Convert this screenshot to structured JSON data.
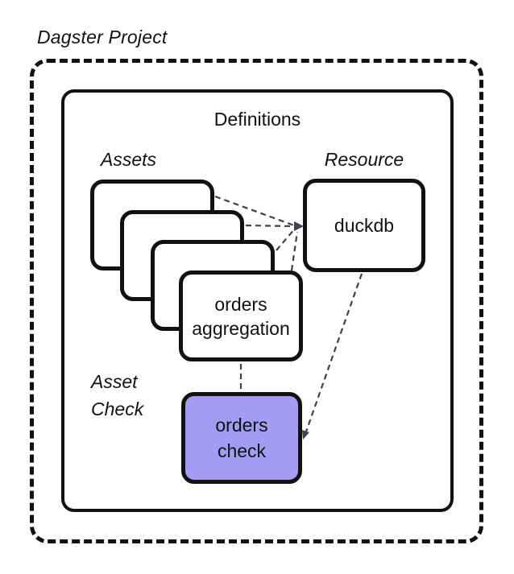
{
  "diagram": {
    "title": "Dagster Project",
    "definitions": {
      "label": "Definitions"
    },
    "assets_group": {
      "label": "Assets",
      "stack_count": 4,
      "front_card": {
        "line1": "orders",
        "line2": "aggregation"
      }
    },
    "resource_group": {
      "label": "Resource",
      "node": {
        "label": "duckdb"
      }
    },
    "asset_check_group": {
      "label_line1": "Asset",
      "label_line2": "Check",
      "node": {
        "line1": "orders",
        "line2": "check"
      }
    },
    "edges": [
      {
        "from": "asset-card-1",
        "to": "duckdb",
        "style": "dashed",
        "arrow": true
      },
      {
        "from": "asset-card-2",
        "to": "duckdb",
        "style": "dashed",
        "arrow": true
      },
      {
        "from": "asset-card-3",
        "to": "duckdb",
        "style": "dashed",
        "arrow": true
      },
      {
        "from": "orders-aggregation",
        "to": "duckdb",
        "style": "dashed",
        "arrow": true
      },
      {
        "from": "orders-aggregation",
        "to": "orders-check",
        "style": "dashed",
        "arrow": false
      },
      {
        "from": "duckdb",
        "to": "orders-check",
        "style": "dashed",
        "arrow": true
      }
    ],
    "colors": {
      "background": "#ffffff",
      "border": "#111111",
      "connector": "#3a4150",
      "node_fill": "#ffffff",
      "check_fill": "#a49cf3"
    }
  }
}
